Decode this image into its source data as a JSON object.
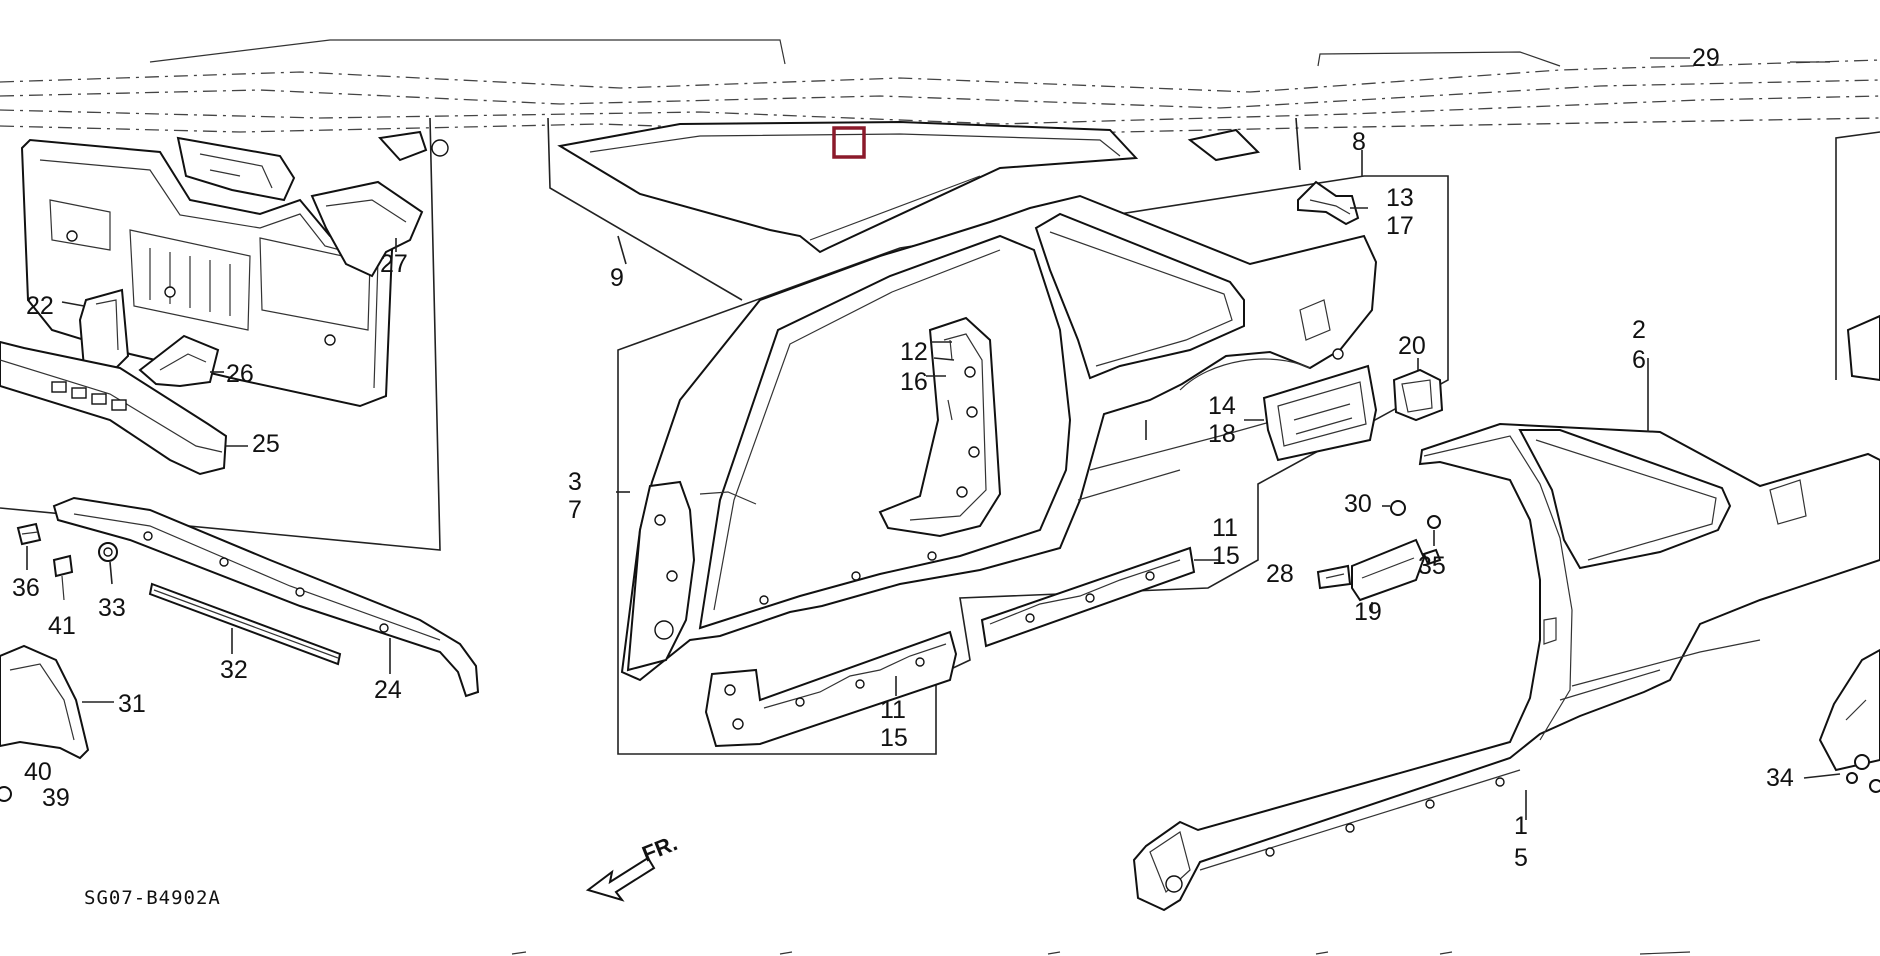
{
  "diagram_code": "SG07-B4902A",
  "direction_label": "FR.",
  "callouts": {
    "c1": "1",
    "c2": "2",
    "c3": "3",
    "c5": "5",
    "c6": "6",
    "c7": "7",
    "c8": "8",
    "c9": "9",
    "c11a": "11",
    "c11b": "11",
    "c12": "12",
    "c13": "13",
    "c14": "14",
    "c15a": "15",
    "c15b": "15",
    "c16": "16",
    "c17": "17",
    "c18": "18",
    "c19": "19",
    "c20": "20",
    "c22": "22",
    "c24": "24",
    "c25": "25",
    "c26": "26",
    "c27": "27",
    "c28": "28",
    "c29": "29",
    "c30": "30",
    "c31": "31",
    "c32": "32",
    "c33": "33",
    "c34": "34",
    "c35": "35",
    "c36": "36",
    "c39": "39",
    "c40": "40",
    "c41": "41"
  },
  "highlight_color": "#8b1a2b"
}
